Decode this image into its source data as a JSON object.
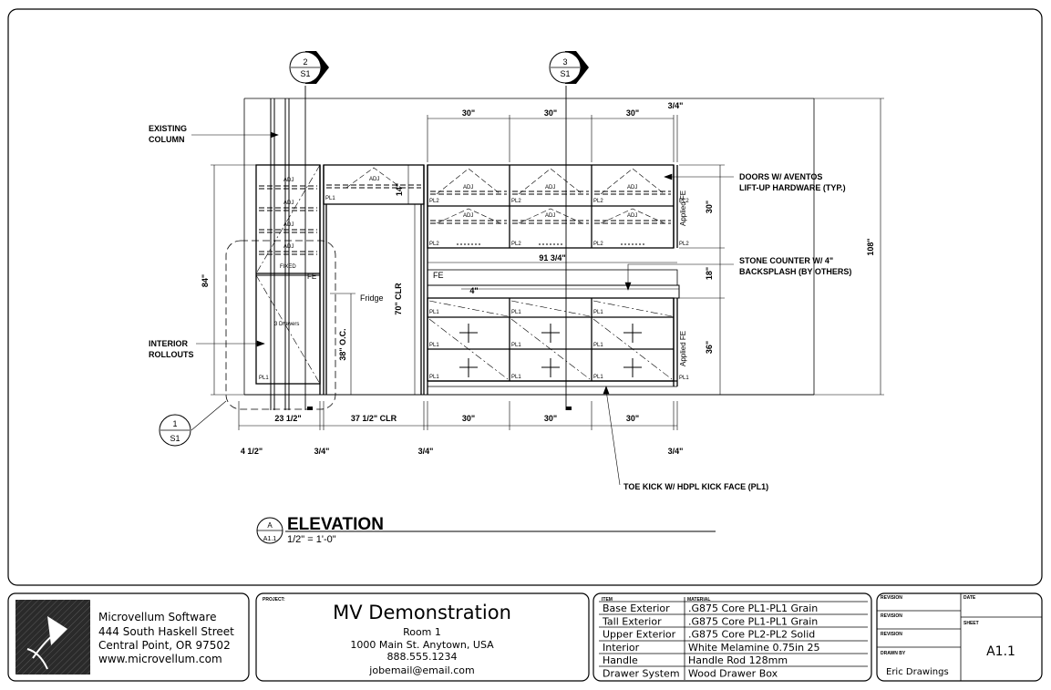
{
  "sections": {
    "section2": {
      "num": "2",
      "sheet": "S1"
    },
    "section3": {
      "num": "3",
      "sheet": "S1"
    },
    "detail1": {
      "num": "1",
      "sheet": "S1"
    }
  },
  "labels": {
    "existing_column_1": "EXISTING",
    "existing_column_2": "COLUMN",
    "interior_rollouts_1": "INTERIOR",
    "interior_rollouts_2": "ROLLOUTS",
    "doors_note_1": "DOORS W/ AVENTOS",
    "doors_note_2": "LIFT-UP HARDWARE (TYP.)",
    "counter_note_1": "STONE COUNTER W/ 4\"",
    "counter_note_2": "BACKSPLASH (BY OTHERS)",
    "toe_kick_note": "TOE KICK W/ HDPL KICK FACE (PL1)",
    "fridge": "Fridge",
    "fixed": "FIXED",
    "three_drawers": "3 Drawers",
    "fe": "FE",
    "adj": "ADJ",
    "pl1": "PL1",
    "pl2": "PL2",
    "applied_fe": "Applied FE"
  },
  "dims": {
    "upper_w1": "30\"",
    "upper_w2": "30\"",
    "upper_w3": "30\"",
    "top_right": "3/4\"",
    "h_14": "14\"",
    "h_30": "30\"",
    "h_84": "84\"",
    "h_108": "108\"",
    "h_18": "18\"",
    "h_36": "36\"",
    "h_70clr": "70\" CLR",
    "oc_38": "38\" O.C.",
    "w_91": "91 3/4\"",
    "w_4": "4\"",
    "bottom_23": "23 1/2\"",
    "bottom_37": "37 1/2\" CLR",
    "base_w1": "30\"",
    "base_w2": "30\"",
    "base_w3": "30\"",
    "b_4half": "4 1/2\"",
    "b_34a": "3/4\"",
    "b_34b": "3/4\"",
    "b_34c": "3/4\""
  },
  "elevation": {
    "tag_letter": "A",
    "tag_sheet": "A1.1",
    "title": "ELEVATION",
    "scale": "1/2\" = 1'-0\""
  },
  "titleblock": {
    "company": "Microvellum Software",
    "address1": "444 South Haskell Street",
    "address2": "Central Point, OR 97502",
    "website": "www.microvellum.com",
    "project_label": "PROJECT:",
    "project_name": "MV Demonstration",
    "room": "Room 1",
    "street": "1000 Main St. Anytown, USA",
    "phone": "888.555.1234",
    "email": "jobemail@email.com",
    "item_header": "ITEM",
    "material_header": "MATERIAL",
    "materials": [
      {
        "item": "Base Exterior",
        "material": ".G875 Core PL1-PL1 Grain"
      },
      {
        "item": "Tall Exterior",
        "material": ".G875 Core PL1-PL1 Grain"
      },
      {
        "item": "Upper Exterior",
        "material": ".G875 Core PL2-PL2 Solid"
      },
      {
        "item": "Interior",
        "material": "White Melamine 0.75in 25"
      },
      {
        "item": "Handle",
        "material": "Handle Rod 128mm"
      },
      {
        "item": "Drawer System",
        "material": "Wood Drawer Box"
      }
    ],
    "revision_label": "REVISION",
    "date_label": "DATE",
    "sheet_label": "SHEET",
    "drawn_by_label": "DRAWN BY",
    "drawn_by": "Eric Drawings",
    "sheet_number": "A1.1"
  }
}
